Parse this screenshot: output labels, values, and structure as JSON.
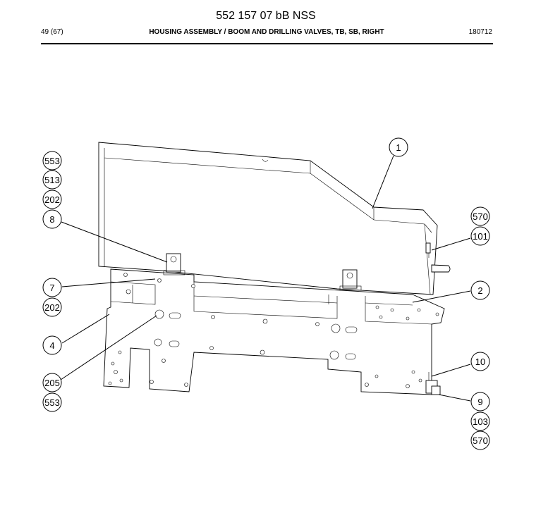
{
  "header": {
    "doc_number": "552 157 07 bB NSS",
    "page": "49 (67)",
    "title": "HOUSING ASSEMBLY / BOOM AND DRILLING VALVES, TB, SB, RIGHT",
    "date": "180712"
  },
  "callouts": [
    {
      "id": "c553a",
      "label": "553"
    },
    {
      "id": "c513",
      "label": "513"
    },
    {
      "id": "c202a",
      "label": "202"
    },
    {
      "id": "c8",
      "label": "8"
    },
    {
      "id": "c7",
      "label": "7"
    },
    {
      "id": "c202b",
      "label": "202"
    },
    {
      "id": "c4",
      "label": "4"
    },
    {
      "id": "c205",
      "label": "205"
    },
    {
      "id": "c553b",
      "label": "553"
    },
    {
      "id": "c1",
      "label": "1"
    },
    {
      "id": "c570a",
      "label": "570"
    },
    {
      "id": "c101",
      "label": "101"
    },
    {
      "id": "c2",
      "label": "2"
    },
    {
      "id": "c10",
      "label": "10"
    },
    {
      "id": "c9",
      "label": "9"
    },
    {
      "id": "c103",
      "label": "103"
    },
    {
      "id": "c570b",
      "label": "570"
    }
  ]
}
